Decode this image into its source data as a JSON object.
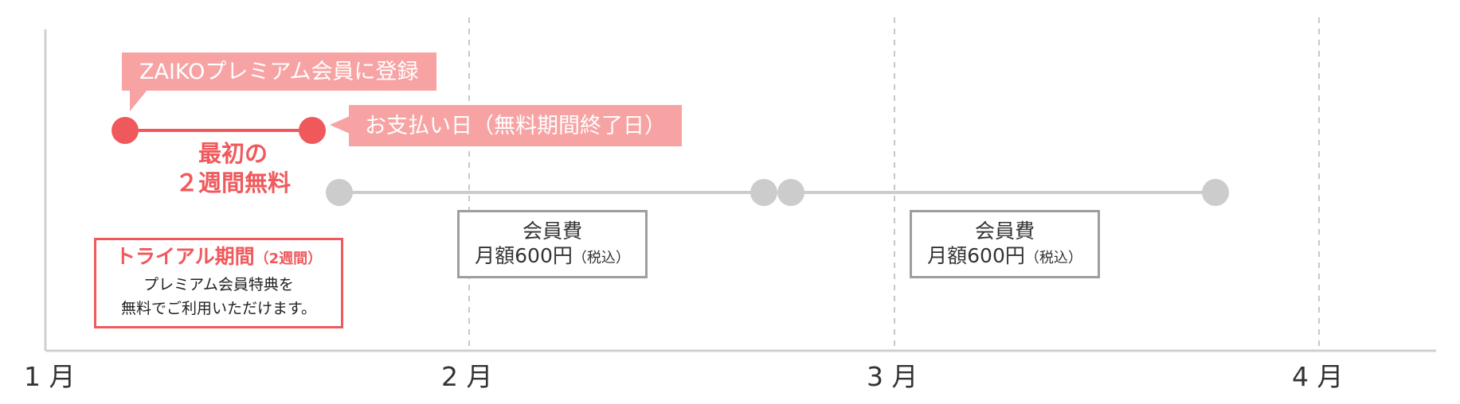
{
  "colors": {
    "accent": "#f0595c",
    "callout_bg": "#f7a3a3",
    "paid_period": "#cccccc",
    "axis": "#d0d0d0",
    "box_border": "#9e9e9e"
  },
  "timeline": {
    "months": [
      "1 月",
      "2 月",
      "3 月",
      "4 月"
    ]
  },
  "callouts": {
    "register": "ZAIKOプレミアム会員に登録",
    "payment": "お支払い日（無料期間終了日）"
  },
  "free_period": {
    "line1": "最初の",
    "line2": "２週間無料"
  },
  "fee_boxes": [
    {
      "title": "会員費",
      "amount": "月額600円",
      "note": "（税込）"
    },
    {
      "title": "会員費",
      "amount": "月額600円",
      "note": "（税込）"
    }
  ],
  "trial_box": {
    "heading": "トライアル期間",
    "heading_note": "（2週間）",
    "desc_line1": "プレミアム会員特典を",
    "desc_line2": "無料でご利用いただけます。"
  }
}
